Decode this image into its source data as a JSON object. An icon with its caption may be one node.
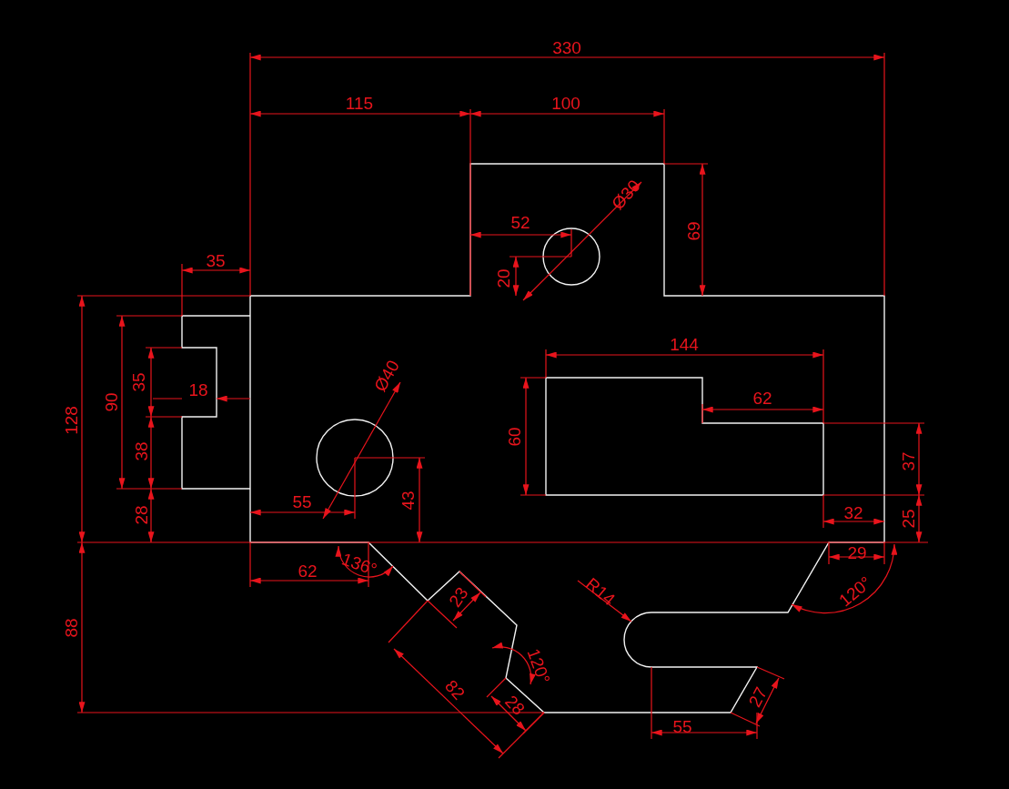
{
  "diagram": {
    "labels": [
      "330",
      "115",
      "100",
      "Ø30",
      "52",
      "69",
      "35",
      "20",
      "144",
      "Ø40",
      "62",
      "35",
      "90",
      "18",
      "128",
      "60",
      "37",
      "38",
      "55",
      "43",
      "32",
      "25",
      "28",
      "62",
      "136°",
      "29",
      "R14",
      "23",
      "120°",
      "88",
      "120°",
      "82",
      "28",
      "27",
      "55"
    ]
  }
}
